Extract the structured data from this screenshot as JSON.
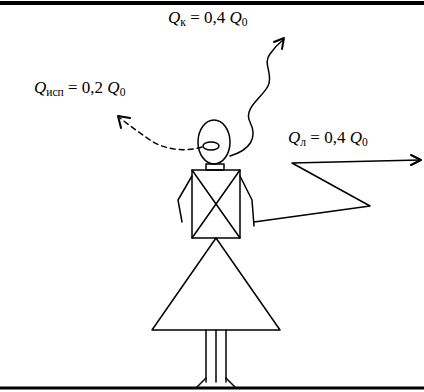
{
  "diagram": {
    "labels": [
      "Qк = 0,4 Q0",
      "Qисп = 0,2 Q0",
      "Qл = 0,4 Q0"
    ]
  }
}
